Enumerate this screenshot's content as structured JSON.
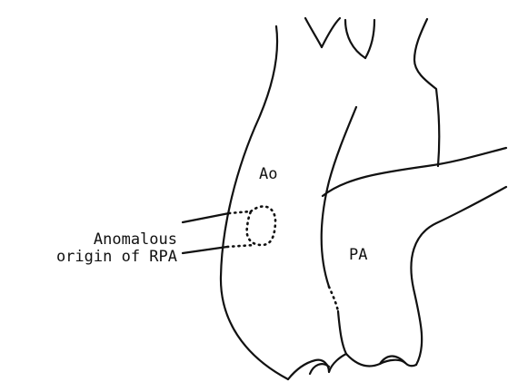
{
  "labels": {
    "aorta": "Ao",
    "pulmonary_artery": "PA",
    "annotation_line1": "Anomalous",
    "annotation_line2": "origin of RPA"
  },
  "colors": {
    "ink": "#111111",
    "background": "#ffffff"
  }
}
